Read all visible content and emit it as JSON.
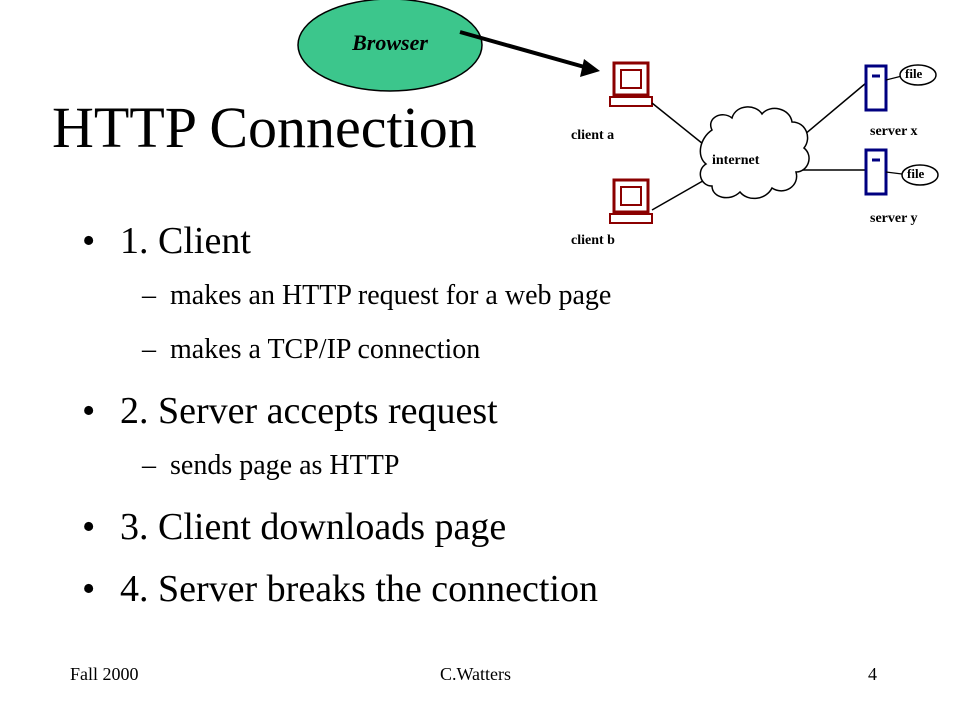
{
  "slide": {
    "title": "HTTP Connection",
    "bullets": [
      {
        "text": "1. Client",
        "sub": [
          "makes an HTTP request for a web page",
          "makes a TCP/IP connection"
        ]
      },
      {
        "text": "2. Server accepts request",
        "sub": [
          "sends page as HTTP"
        ]
      },
      {
        "text": "3. Client downloads page",
        "sub": []
      },
      {
        "text": "4. Server breaks the connection",
        "sub": []
      }
    ]
  },
  "diagram": {
    "callout": "Browser",
    "callout_color": "#3CC68C",
    "client_a": "client a",
    "client_b": "client b",
    "internet": "internet",
    "server_x": "server x",
    "server_y": "server y",
    "file_x": "file",
    "file_y": "file",
    "client_color": "#8B0000",
    "server_color": "#000080"
  },
  "footer": {
    "left": "Fall 2000",
    "center": "C.Watters",
    "right": "4"
  }
}
